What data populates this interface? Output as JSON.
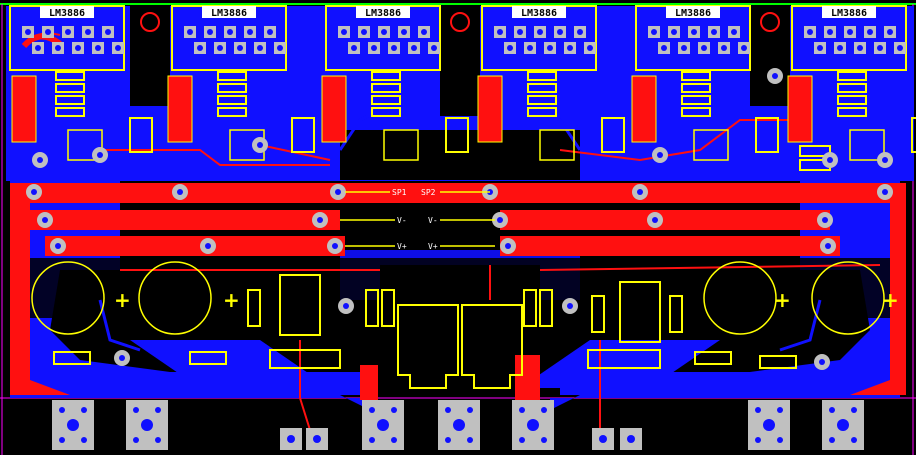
{
  "colors": {
    "background": "#000000",
    "bottom_copper": "#1010ff",
    "top_copper": "#ff1010",
    "silkscreen": "#ffff00",
    "pad": "#c0c0c0",
    "hole": "#1010ff",
    "outline": "#ff00ff",
    "edge": "#00ff00"
  },
  "chips": [
    {
      "label": "LM3886"
    },
    {
      "label": "LM3886"
    },
    {
      "label": "LM3886"
    },
    {
      "label": "LM3886"
    },
    {
      "label": "LM3886"
    },
    {
      "label": "LM3886"
    }
  ],
  "net_labels": {
    "sp1": "SP1",
    "sp2": "SP2",
    "vminus_left": "V-",
    "vminus_right": "V-",
    "vplus_left": "V+",
    "vplus_right": "V+"
  },
  "polarity_marks": {
    "plus": "+"
  },
  "icons": {
    "mounting_hole": "mounting-hole-icon",
    "capacitor": "capacitor-icon",
    "connector": "terminal-connector-icon"
  }
}
